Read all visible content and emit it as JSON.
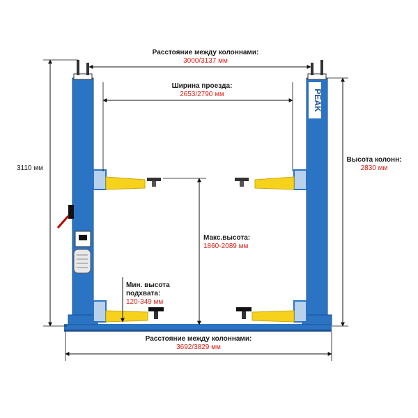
{
  "colors": {
    "column_blue": "#2b74c4",
    "column_dark": "#1d4f8f",
    "arm_yellow": "#f7d21c",
    "dim_line": "#111111",
    "value_red": "#e0201a",
    "pad_black": "#111111",
    "base_blue": "#2b74c4"
  },
  "brand": {
    "logo_text": "PEAK"
  },
  "dimensions": {
    "column_distance_top": {
      "title": "Расстояние между колоннами:",
      "value": "3000/3137 мм"
    },
    "drive_width": {
      "title": "Ширина проезда:",
      "value": "2653/2790 мм"
    },
    "total_height": {
      "value": "3110 мм"
    },
    "column_height": {
      "title": "Высота колонн:",
      "value": "2830 мм"
    },
    "max_height": {
      "title": "Макс.высота:",
      "value": "1860-2089 мм"
    },
    "min_height": {
      "title_line1": "Мин. высота",
      "title_line2": "подхвата:",
      "value": "120-349 мм"
    },
    "column_distance_bottom": {
      "title": "Расстояние между колоннами:",
      "value": "3692/3829 мм"
    }
  }
}
